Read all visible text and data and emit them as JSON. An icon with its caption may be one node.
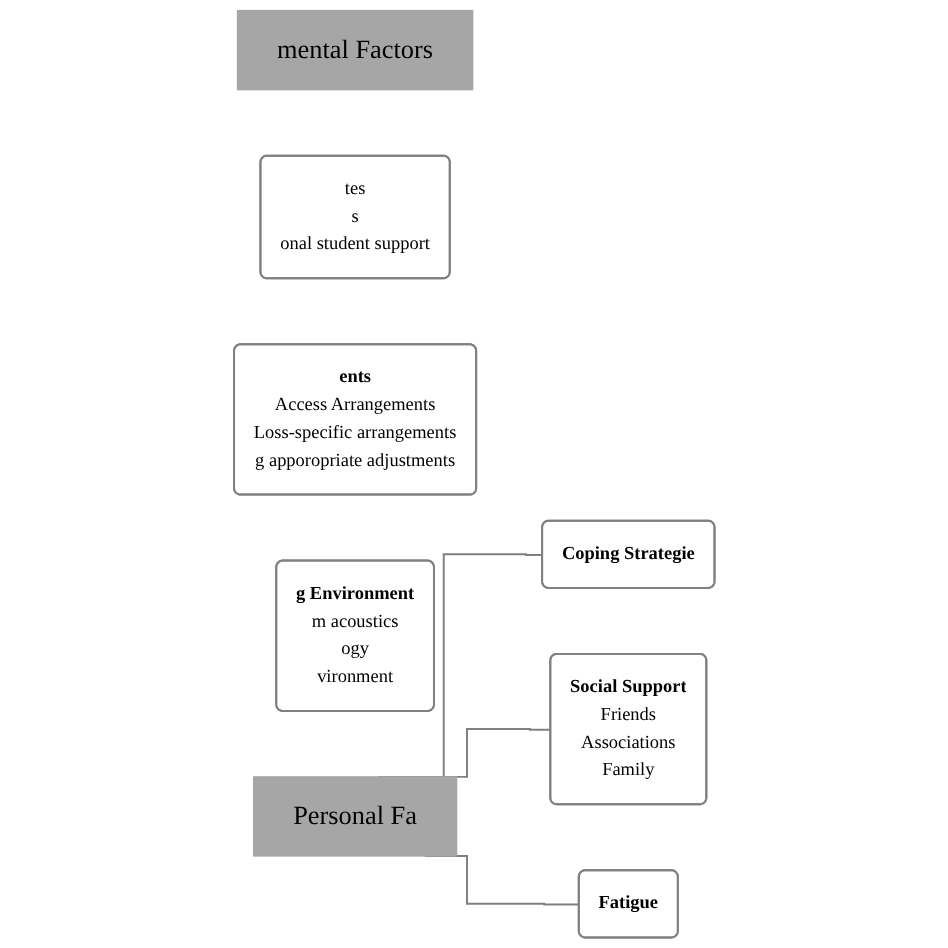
{
  "diagram": {
    "nodes": [
      {
        "text": [
          "mental Factors"
        ]
      },
      {
        "text": [
          "tes",
          "s",
          "onal student support"
        ]
      },
      {
        "text": [
          "ents",
          "Access Arrangements",
          "Loss-specific arrangements",
          "g apporopriate adjustments"
        ]
      },
      {
        "text": [
          "g Environment",
          "m acoustics",
          "ogy",
          "vironment"
        ]
      },
      {
        "text": [
          "Personal Fa"
        ]
      },
      {
        "text": [
          "Coping Strategie"
        ]
      },
      {
        "text": [
          "Social Support",
          "Friends",
          "Associations",
          "Family"
        ]
      },
      {
        "text": [
          "Fatigue"
        ]
      }
    ],
    "edges": [
      {
        "from": 4,
        "to": 5,
        "arrow": "none"
      },
      {
        "from": 4,
        "to": 6,
        "arrow": "none"
      },
      {
        "from": 4,
        "to": 7,
        "arrow": "none"
      }
    ]
  }
}
